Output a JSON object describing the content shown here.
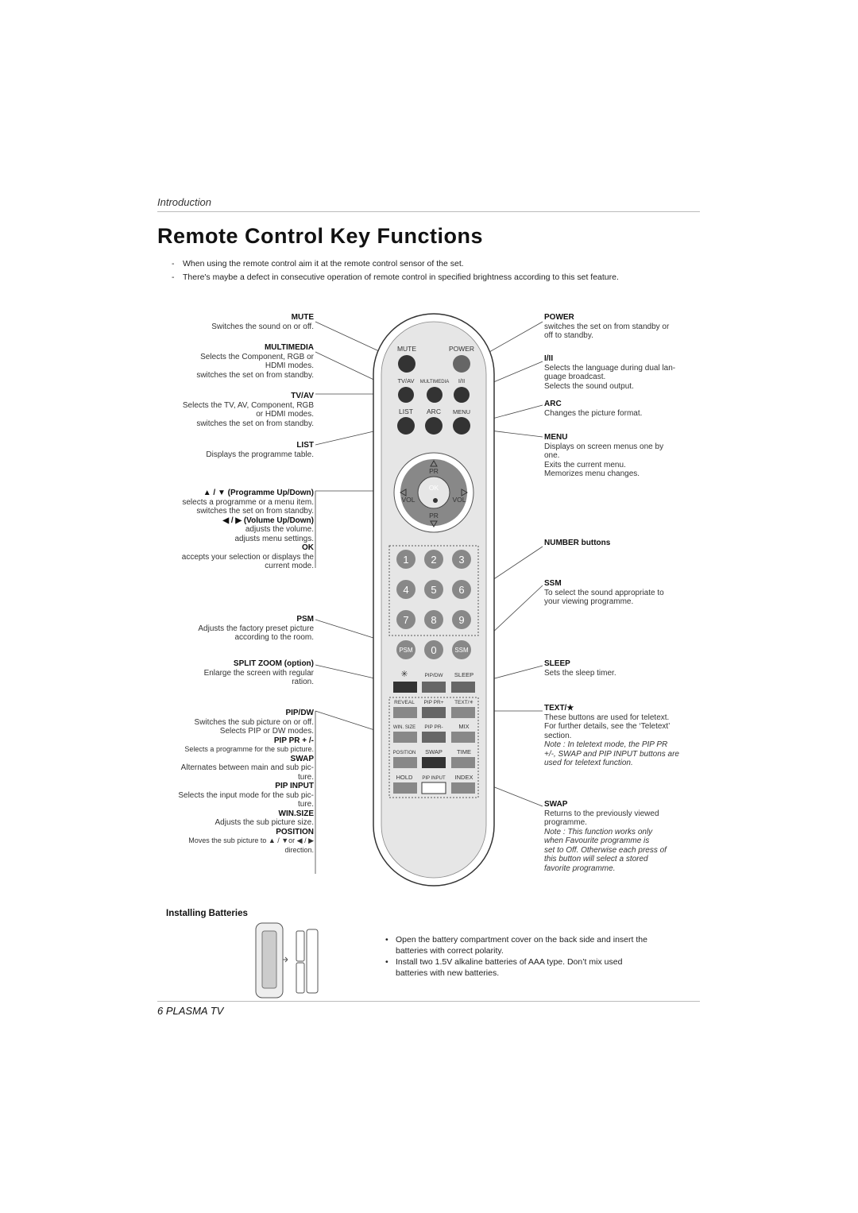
{
  "header": {
    "section": "Introduction",
    "title": "Remote Control Key Functions"
  },
  "intro_bullets": [
    "When using the remote control aim it at the remote control sensor of the set.",
    "There's maybe a defect in consecutive operation of remote control in specified brightness according to this set feature."
  ],
  "left_labels": {
    "mute": {
      "h": "MUTE",
      "t": "Switches the sound on or off."
    },
    "multimedia": {
      "h": "MULTIMEDIA",
      "t1": "Selects the Component, RGB or",
      "t2": "HDMI modes.",
      "t3": "switches the set on from standby."
    },
    "tvav": {
      "h": "TV/AV",
      "t1": "Selects the TV, AV, Component, RGB",
      "t2": "or HDMI modes.",
      "t3": "switches the set on from standby."
    },
    "list": {
      "h": "LIST",
      "t": "Displays the programme table."
    },
    "prog": {
      "h": "▲ / ▼ (Programme Up/Down)",
      "t1": "selects a programme or a menu item.",
      "t2": "switches the set on from standby."
    },
    "vol": {
      "h": "◀ / ▶ (Volume Up/Down)",
      "t1": "adjusts the volume.",
      "t2": "adjusts menu settings."
    },
    "ok": {
      "h": "OK",
      "t1": "accepts your selection or displays the",
      "t2": "current mode."
    },
    "psm": {
      "h": "PSM",
      "t1": "Adjusts the factory preset picture",
      "t2": "according to the room."
    },
    "split": {
      "h": "SPLIT ZOOM (option)",
      "t1": "Enlarge the screen with regular",
      "t2": "ration."
    },
    "pipdw": {
      "h": "PIP/DW",
      "t1": "Switches the sub picture on or off.",
      "t2": "Selects PIP or DW modes."
    },
    "pippr": {
      "h": "PIP PR + /-",
      "t": "Selects a programme for the sub picture."
    },
    "swap": {
      "h": "SWAP",
      "t1": "Alternates between main and sub pic-",
      "t2": "ture."
    },
    "pipinput": {
      "h": "PIP INPUT",
      "t1": "Selects the input mode for the sub pic-",
      "t2": "ture."
    },
    "winsize": {
      "h": "WIN.SIZE",
      "t": "Adjusts the sub picture size."
    },
    "position": {
      "h": "POSITION",
      "t1": "Moves the sub picture to ▲ / ▼or ◀ / ▶",
      "t2": "direction."
    }
  },
  "right_labels": {
    "power": {
      "h": "POWER",
      "t1": "switches the set on from standby or",
      "t2": "off to standby."
    },
    "i_ii": {
      "h": "I/II",
      "t1": "Selects the language during dual lan-",
      "t2": "guage broadcast.",
      "t3": "Selects the sound output."
    },
    "arc": {
      "h": "ARC",
      "t": "Changes the picture format."
    },
    "menu": {
      "h": "MENU",
      "t1": "Displays on screen menus one by",
      "t2": "one.",
      "t3": "Exits the current menu.",
      "t4": "Memorizes menu changes."
    },
    "number": {
      "h": "NUMBER buttons"
    },
    "ssm": {
      "h": "SSM",
      "t1": "To select the sound appropriate to",
      "t2": "your viewing programme."
    },
    "sleep": {
      "h": "SLEEP",
      "t": "Sets the sleep timer."
    },
    "text": {
      "h": "TEXT/★",
      "t1": "These buttons are used for teletext.",
      "t2": "For further details, see the ‘Teletext’",
      "t3": "section.",
      "n1": "Note : In teletext mode, the PIP PR",
      "n2": "+/-, SWAP and PIP INPUT buttons are",
      "n3": "used for teletext function."
    },
    "swap": {
      "h": "SWAP",
      "t1": "Returns to the previously viewed",
      "t2": "programme.",
      "n1": "Note : This function works only",
      "n2": "when Favourite programme is",
      "n3": "set to Off. Otherwise each press of",
      "n4": "this button will select a stored",
      "n5": "favorite programme."
    }
  },
  "remote": {
    "mute": "MUTE",
    "power": "POWER",
    "tvav": "TV/AV",
    "multimedia": "MULTIMEDIA",
    "i_ii": "I/II",
    "list": "LIST",
    "arc": "ARC",
    "menu": "MENU",
    "pr": "PR",
    "ok": "OK",
    "vol": "VOL",
    "digits": [
      "1",
      "2",
      "3",
      "4",
      "5",
      "6",
      "7",
      "8",
      "9",
      "0"
    ],
    "psm": "PSM",
    "ssm": "SSM",
    "star": "✳",
    "pipdw": "PIP/DW",
    "sleep": "SLEEP",
    "reveal": "REVEAL",
    "pippr_plus": "PIP PR+",
    "text": "TEXT/✳",
    "winsize": "WIN. SIZE",
    "pippr_minus": "PIP PR-",
    "mix": "MIX",
    "position": "POSITION",
    "swap": "SWAP",
    "time": "TIME",
    "hold": "HOLD",
    "pipinput": "PIP INPUT",
    "index": "INDEX"
  },
  "batteries": {
    "title": "Installing Batteries",
    "items": [
      "Open the battery compartment cover on the back side and insert the batteries with correct polarity.",
      "Install two 1.5V alkaline batteries of AAA type. Don’t mix used batteries with new batteries."
    ]
  },
  "footer": "6   PLASMA TV"
}
